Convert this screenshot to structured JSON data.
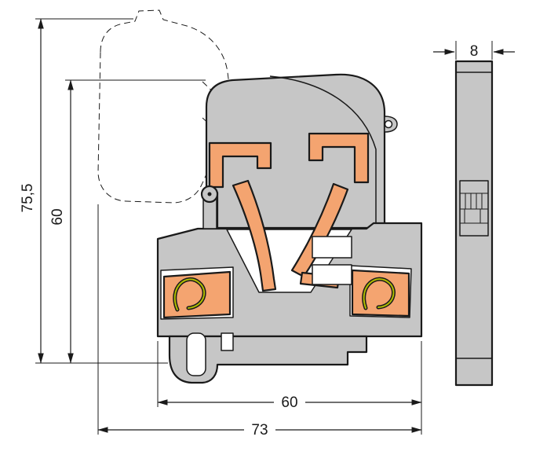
{
  "drawing": {
    "title": "terminal-block-dimension-drawing"
  },
  "dimensions": {
    "overall_height": "75,5",
    "housing_height": "60",
    "housing_width": "60",
    "overall_width": "73",
    "thickness": "8"
  },
  "colors": {
    "background": "#ffffff",
    "body": "#c6c6c6",
    "contact": "#f4a470",
    "spring": "#b0bc00",
    "outline": "#1a1a1a"
  }
}
